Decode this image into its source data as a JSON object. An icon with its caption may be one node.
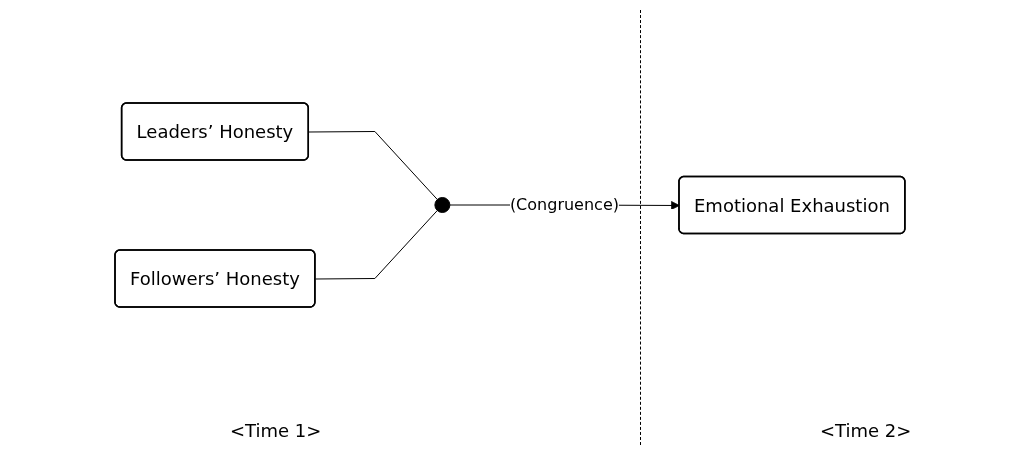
{
  "diagram": {
    "nodes": [
      {
        "text": [
          "Leaders’ Honesty"
        ]
      },
      {
        "text": [
          "Followers’ Honesty"
        ]
      },
      {
        "text": [],
        "shape": "circle"
      },
      {
        "text": [
          "Emotional Exhaustion"
        ]
      }
    ],
    "edges": [
      {
        "from": 0,
        "to": 2,
        "arrow": "none"
      },
      {
        "from": 1,
        "to": 2,
        "arrow": "none"
      },
      {
        "from": 2,
        "to": 3,
        "arrow": "to",
        "label": "(Congruence)"
      }
    ],
    "labels": [
      "<Time 1>",
      "<Time 2>"
    ]
  }
}
